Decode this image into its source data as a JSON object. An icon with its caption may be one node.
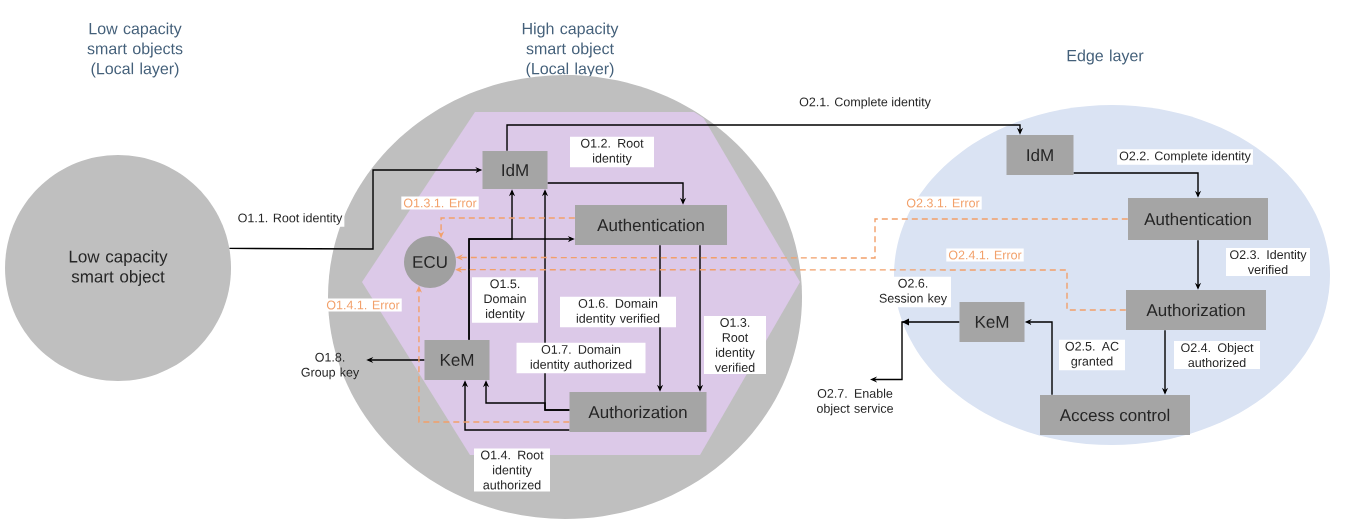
{
  "diagram": {
    "nodes": [
      {
        "text": [
          "Low capacity smart object"
        ]
      },
      {
        "text": [
          "High capacity smart object (Local layer)"
        ]
      },
      {
        "text": [
          "IdM"
        ],
        "in": 1
      },
      {
        "text": [
          "Authentication"
        ],
        "in": 1
      },
      {
        "text": [
          "ECU"
        ],
        "in": 1
      },
      {
        "text": [
          "KeM"
        ],
        "in": 1
      },
      {
        "text": [
          "Authorization"
        ],
        "in": 1
      },
      {
        "text": [
          "O1.8. Group key"
        ]
      },
      {
        "text": [],
        "shape": "ellipse"
      },
      {
        "text": [
          "IdM"
        ],
        "in": 8
      },
      {
        "text": [
          "Authentication"
        ],
        "in": 8
      },
      {
        "text": [
          "Authorization"
        ],
        "in": 8
      },
      {
        "text": [
          "KeM"
        ],
        "in": 8
      },
      {
        "text": [
          "Access control"
        ],
        "in": 8
      },
      {
        "text": [
          "O2.7. Enable object service"
        ]
      }
    ],
    "edges": [
      {
        "from": 0,
        "to": 2,
        "arrow": "to",
        "label": "O1.1. Root identity"
      },
      {
        "from": 2,
        "to": 3,
        "arrow": "to",
        "label": "O1.2. Root identity"
      },
      {
        "from": 3,
        "to": 6,
        "arrow": "to",
        "label": "O1.6. Domain identity verified"
      },
      {
        "from": 3,
        "to": 6,
        "arrow": "to",
        "label": "O1.3. Root identity verified"
      },
      {
        "from": 6,
        "to": 5,
        "arrow": "to",
        "label": "O1.4. Root identity authorized"
      },
      {
        "from": 6,
        "to": 2,
        "arrow": "to",
        "label": "O1.7. Domain identity authorized"
      },
      {
        "from": 6,
        "to": 5,
        "arrow": "to"
      },
      {
        "from": 5,
        "to": 3,
        "arrow": "to",
        "label": "O1.5. Domain identity"
      },
      {
        "from": 5,
        "to": 2,
        "arrow": "to"
      },
      {
        "from": 5,
        "to": 7,
        "arrow": "to"
      },
      {
        "from": 3,
        "to": 4,
        "arrow": "to",
        "label": "O1.3.1. Error",
        "style": "dashed",
        "color": "#f2a06a"
      },
      {
        "from": 6,
        "to": 4,
        "arrow": "to",
        "label": "O1.4.1. Error",
        "style": "dashed",
        "color": "#f2a06a"
      },
      {
        "from": 10,
        "to": 4,
        "arrow": "to",
        "label": "O2.3.1. Error",
        "style": "dashed",
        "color": "#f2a06a"
      },
      {
        "from": 11,
        "to": 4,
        "arrow": "to",
        "label": "O2.4.1. Error",
        "style": "dashed",
        "color": "#f2a06a"
      },
      {
        "from": 2,
        "to": 9,
        "arrow": "to",
        "label": "O2.1. Complete identity"
      },
      {
        "from": 9,
        "to": 10,
        "arrow": "to",
        "label": "O2.2. Complete identity"
      },
      {
        "from": 10,
        "to": 11,
        "arrow": "to",
        "label": "O2.3. Identity verified"
      },
      {
        "from": 11,
        "to": 13,
        "arrow": "to",
        "label": "O2.4. Object authorized"
      },
      {
        "from": 13,
        "to": 12,
        "arrow": "to",
        "label": "O2.5. AC granted"
      },
      {
        "from": 12,
        "to": 14,
        "arrow": "to",
        "label": "O2.6. Session key"
      }
    ],
    "labels": [
      "Low capacity smart objects (Local layer)",
      "Edge layer"
    ]
  }
}
